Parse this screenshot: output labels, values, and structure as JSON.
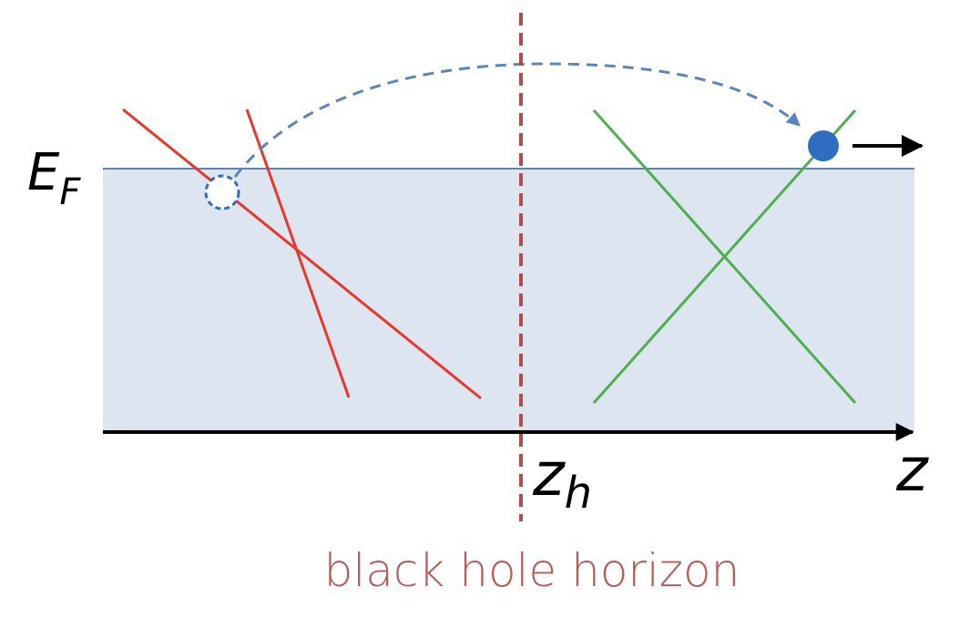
{
  "labels": {
    "fermi_main": "E",
    "fermi_sub": "F",
    "horizon_main": "z",
    "horizon_sub": "h",
    "axis": "z",
    "caption": "black hole horizon"
  },
  "colors": {
    "background": "#ffffff",
    "filled_region": "#dde5f1",
    "fermi_line": "#5b84bd",
    "red_lines": "#e8372c",
    "green_lines": "#4fae4f",
    "horizon_line": "#b24d4b",
    "caption": "#b85a58",
    "tunneling_arrow": "#5b84bd",
    "particle": "#2e6ec0",
    "axis": "#000000"
  },
  "icons": {
    "hole": "hollow-dashed-circle-icon",
    "particle": "filled-circle-icon",
    "velocity": "arrow-right-icon"
  }
}
